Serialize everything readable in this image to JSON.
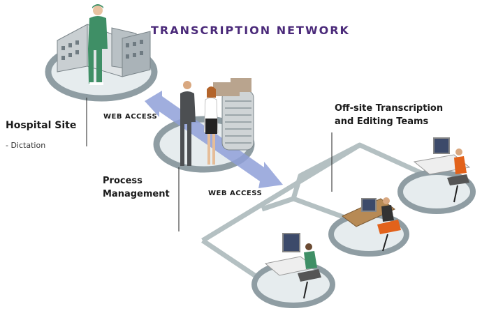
{
  "title": "TRANSCRIPTION NETWORK",
  "hospital": {
    "label": "Hospital Site",
    "sub": "- Dictation",
    "access": "WEB ACCESS"
  },
  "process": {
    "line1": "Process",
    "line2": "Management",
    "access": "WEB ACCESS"
  },
  "offsite": {
    "line1": "Off-site Transcription",
    "line2": "and Editing Teams"
  },
  "icons": [
    "hospital-building-icon",
    "doctor-icon",
    "office-building-icon",
    "business-people-icon",
    "data-flow-arrow-icon",
    "transcriptionist-workstation-icon"
  ],
  "colors": {
    "title": "#4b2a7a",
    "ring": "#8f9da3",
    "ring_fill": "#e6ecee",
    "path": "#b4c0c2",
    "arrow": "#8fa0d8",
    "accent_shirt_green": "#3f8f66",
    "accent_chair_orange": "#e2621b"
  }
}
